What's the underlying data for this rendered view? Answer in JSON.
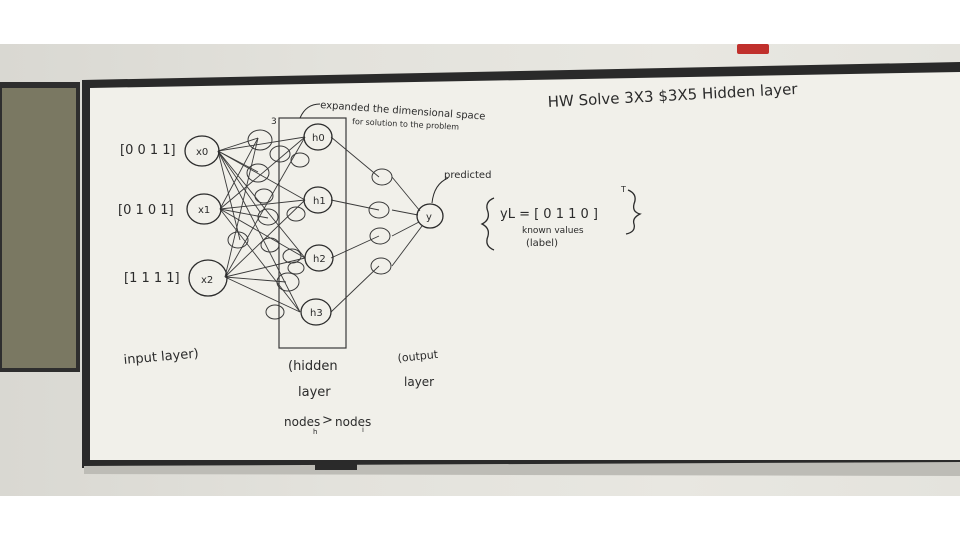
{
  "scene": {
    "description_free": true,
    "colors": {
      "wall": "#e3e2dc",
      "board": "#f1f0ea",
      "frame": "#2a2a2a",
      "corkboard": "#7a7862",
      "marker": "#2b2b2b"
    }
  },
  "board": {
    "hw_note": "HW Solve 3X3 $3X5 Hidden layer",
    "annotation_top": "expanded the dimensional space",
    "annotation_top2": "for solution to the problem",
    "predicted_label": "predicted",
    "inputs": [
      {
        "vector": "[0 0 1 1]",
        "node": "x0"
      },
      {
        "vector": "[0 1 0 1]",
        "node": "x1"
      },
      {
        "vector": "[1 1 1 1]",
        "node": "x2"
      }
    ],
    "hidden_nodes": [
      "h0",
      "h1",
      "h2",
      "h3"
    ],
    "hidden_tag": "3",
    "output_node": "y",
    "equation": "yL = [ 0 1 1 0 ]",
    "equation_sup": "T",
    "known_values": "known values",
    "label_note": "(label)",
    "input_layer_label": "input layer)",
    "hidden_layer_label_1": "(hidden",
    "hidden_layer_label_2": "layer",
    "output_layer_label_1": "(output",
    "output_layer_label_2": "layer",
    "nodes_note": "nodes",
    "nodes_sub_h": "h",
    "nodes_gt": ">",
    "nodes_note2": "nodes",
    "nodes_sub_i": "i"
  }
}
